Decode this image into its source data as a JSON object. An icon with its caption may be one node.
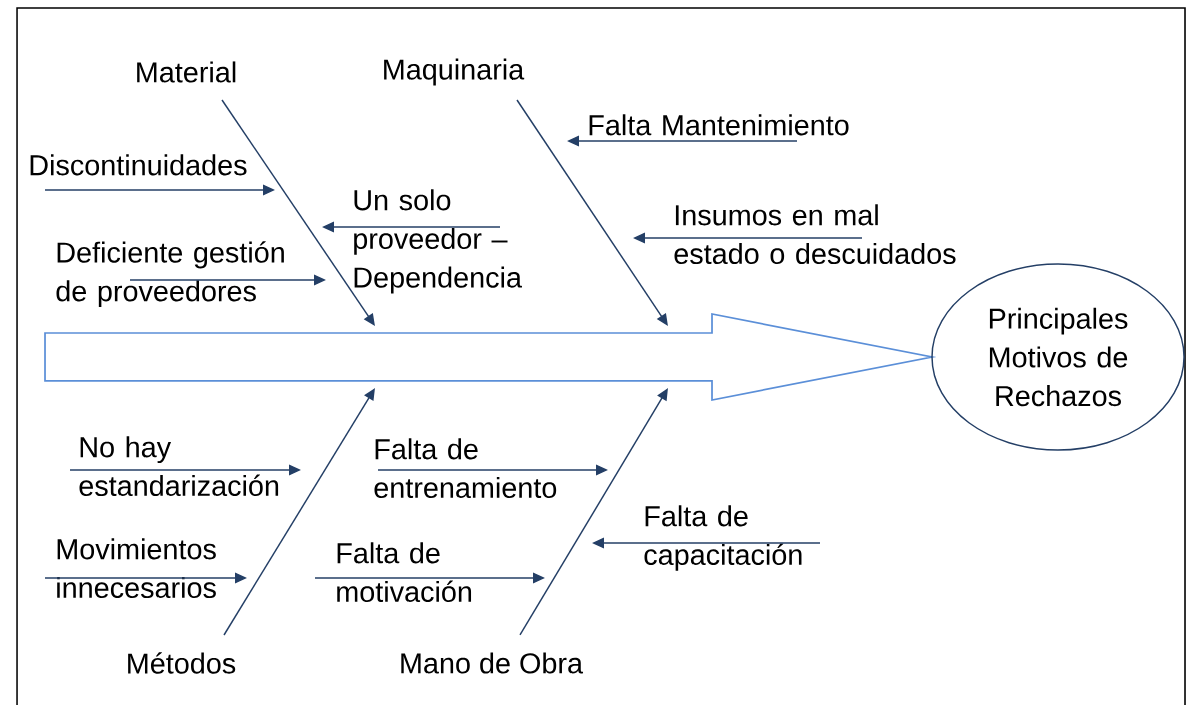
{
  "diagram": {
    "nodes": [
      {
        "text": [
          "Material"
        ]
      },
      {
        "text": [
          "Maquinaria"
        ]
      },
      {
        "text": [
          "Falta Mantenimiento"
        ]
      },
      {
        "text": [
          "Discontinuidades"
        ]
      },
      {
        "text": [
          "Un solo proveedor – Dependencia"
        ]
      },
      {
        "text": [
          "Insumos en mal estado o descuidados"
        ]
      },
      {
        "text": [
          "Deficiente gestión de proveedores"
        ]
      },
      {
        "text": [],
        "shape": "arrow"
      },
      {
        "text": [
          "Principales Motivos de Rechazos"
        ]
      },
      {
        "text": [
          "No hay estandarización"
        ]
      },
      {
        "text": [
          "Falta de entrenamiento"
        ]
      },
      {
        "text": [
          "Falta de capacitación"
        ]
      },
      {
        "text": [
          "Movimientos innecesarios"
        ]
      },
      {
        "text": [
          "Falta de motivación"
        ]
      },
      {
        "text": [
          "Métodos"
        ]
      },
      {
        "text": [
          "Mano de Obra"
        ]
      }
    ],
    "edges": [
      {
        "from": 0,
        "to": 7,
        "arrow": "to"
      },
      {
        "from": 1,
        "to": 7,
        "arrow": "to"
      },
      {
        "from": 14,
        "to": 7,
        "arrow": "to"
      },
      {
        "from": 15,
        "to": 7,
        "arrow": "to"
      },
      {
        "from": 3,
        "to": null,
        "arrow": "to"
      },
      {
        "from": 6,
        "to": null,
        "arrow": "to"
      },
      {
        "from": 4,
        "to": null,
        "arrow": "to"
      },
      {
        "from": 2,
        "to": null,
        "arrow": "to"
      },
      {
        "from": 5,
        "to": null,
        "arrow": "to"
      },
      {
        "from": 9,
        "to": null,
        "arrow": "to"
      },
      {
        "from": 12,
        "to": null,
        "arrow": "to"
      },
      {
        "from": 10,
        "to": null,
        "arrow": "to"
      },
      {
        "from": 13,
        "to": null,
        "arrow": "to"
      },
      {
        "from": 11,
        "to": null,
        "arrow": "to"
      }
    ]
  }
}
